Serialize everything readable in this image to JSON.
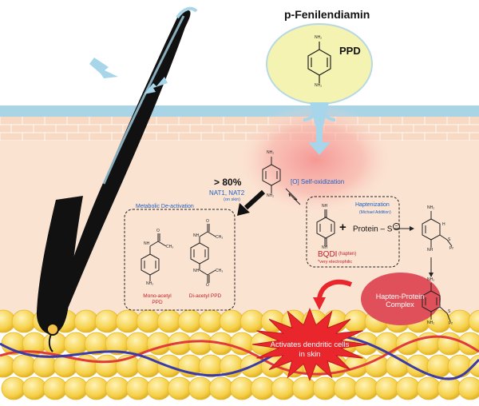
{
  "title": "p-Fenilendiamin",
  "ppd_label": "PPD",
  "percent_label": "> 80%",
  "enzymes": "NAT1, NAT2",
  "enzymes_note": "(on skin)",
  "self_oxidization": "[O] Self-oxidization",
  "metabolic_label": "Metabolic De-activation",
  "mono_acetyl": "Mono-acetyl PPD",
  "di_acetyl": "Di-acetyl PPD",
  "haptenization": "Haptenization",
  "michael_addition": "(Michael Addition)",
  "plus": "+",
  "protein": "Protein – S",
  "bqdi": "BQDI",
  "hapten": "(hapten)",
  "electrophilic": "*very electrophilic",
  "hapten_protein_complex": "Hapten-Protein Complex",
  "dendritic": "Activates dendritic cells in skin",
  "atoms": {
    "nh2": "NH₂",
    "nh": "NH",
    "h": "H",
    "s": "S",
    "pr": "Pr",
    "ch3": "CH₃",
    "o": "O",
    "minus": "−"
  },
  "colors": {
    "sky": "#cfe6ee",
    "stratum": "#a9d4e6",
    "skin": "#fbe3d2",
    "hair": "#111111",
    "ppd_ellipse": "#f4f3b2",
    "fat": "#f7d24e",
    "complex": "#e0505a",
    "burst": "#e8262c",
    "blue_arrow": "#a7d6ea",
    "vessel_red": "#e03a3a",
    "vessel_blue": "#3a3aa8"
  }
}
